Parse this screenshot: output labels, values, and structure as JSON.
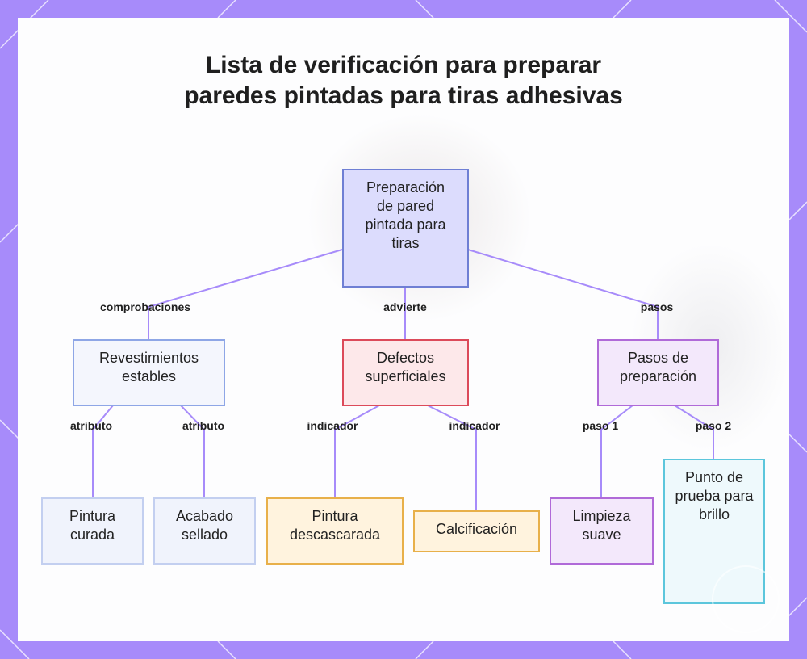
{
  "title": "Lista de verificación para preparar paredes pintadas para tiras adhesivas",
  "nodes": {
    "root": "Preparación de pared pintada para tiras",
    "stable": "Revestimientos estables",
    "defects": "Defectos superficiales",
    "steps": "Pasos de preparación",
    "cured": "Pintura curada",
    "sealed": "Acabado sellado",
    "peeling": "Pintura descascarada",
    "chalking": "Calcificación",
    "cleaning": "Limpieza suave",
    "gloss": "Punto de prueba para brillo"
  },
  "edges": {
    "checks": "comprobaciones",
    "warns": "advierte",
    "steps": "pasos",
    "attr1": "atributo",
    "attr2": "atributo",
    "ind1": "indicador",
    "ind2": "indicador",
    "step1": "paso 1",
    "step2": "paso 2"
  },
  "colors": {
    "frame": "#a78bfa",
    "edge": "#a78bfa",
    "blue_border": "#6f7fd4",
    "blue_fill": "#dcdcfd",
    "light_blue_border": "#8ea6e6",
    "light_blue_fill": "#f4f6fd",
    "red_border": "#dc4a5a",
    "red_fill": "#fde8ea",
    "purple_border": "#b06ad8",
    "purple_fill": "#f3e8fb",
    "pale_border": "#c3cff0",
    "pale_fill": "#f0f3fc",
    "orange_border": "#e8b04a",
    "orange_fill": "#fff3de",
    "cyan_border": "#5cc6dc",
    "cyan_fill": "#eef9fc"
  }
}
